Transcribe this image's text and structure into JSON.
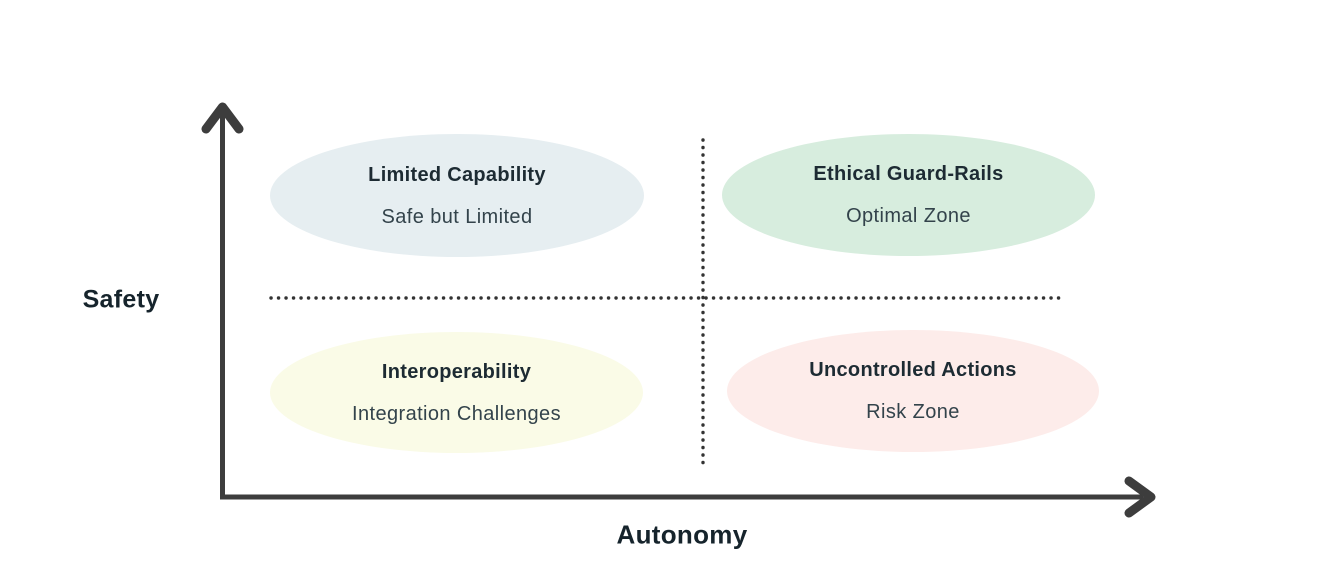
{
  "diagram": {
    "y_axis_label": "Safety",
    "x_axis_label": "Autonomy",
    "axis_color": "#3d3d3d",
    "divider_dot_color": "#333333",
    "quadrants": [
      {
        "position": "top-left",
        "title": "Limited Capability",
        "subtitle": "Safe but Limited",
        "color": "#e6eef1"
      },
      {
        "position": "top-right",
        "title": "Ethical Guard-Rails",
        "subtitle": "Optimal Zone",
        "color": "#d7edde"
      },
      {
        "position": "bottom-left",
        "title": "Interoperability",
        "subtitle": "Integration Challenges",
        "color": "#fafbe7"
      },
      {
        "position": "bottom-right",
        "title": "Uncontrolled Actions",
        "subtitle": "Risk Zone",
        "color": "#fdecea"
      }
    ],
    "icons": {
      "y_axis_arrow": "arrow-up",
      "x_axis_arrow": "arrow-right"
    }
  }
}
